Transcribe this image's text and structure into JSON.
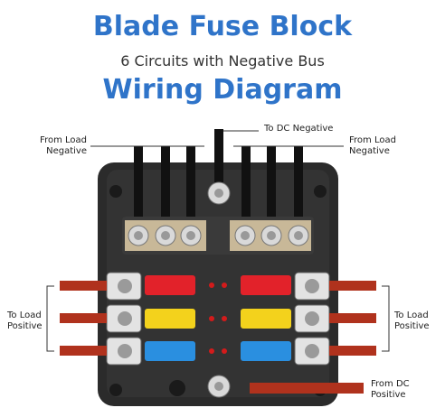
{
  "header": {
    "title": "Blade Fuse Block",
    "subtitle": "6 Circuits with Negative Bus",
    "section": "Wiring Diagram"
  },
  "labels": {
    "dc_negative": "To DC Negative",
    "load_negative_left": [
      "From Load",
      "Negative"
    ],
    "load_negative_right": [
      "From Load",
      "Negative"
    ],
    "load_positive_left": [
      "To Load",
      "Positive"
    ],
    "load_positive_right": [
      "To Load",
      "Positive"
    ],
    "dc_positive": [
      "From DC",
      "Positive"
    ]
  },
  "colors": {
    "title": "#2f74c9",
    "block": "#2b2b2b",
    "wire_positive": "#b0321d",
    "wire_negative": "#111111",
    "fuse_red": "#e2222a",
    "fuse_yellow": "#f3d21c",
    "fuse_blue": "#2a8fe0",
    "led": "#d31b1b"
  },
  "fuses": {
    "rows": [
      {
        "color": "red"
      },
      {
        "color": "yellow"
      },
      {
        "color": "blue"
      }
    ]
  }
}
